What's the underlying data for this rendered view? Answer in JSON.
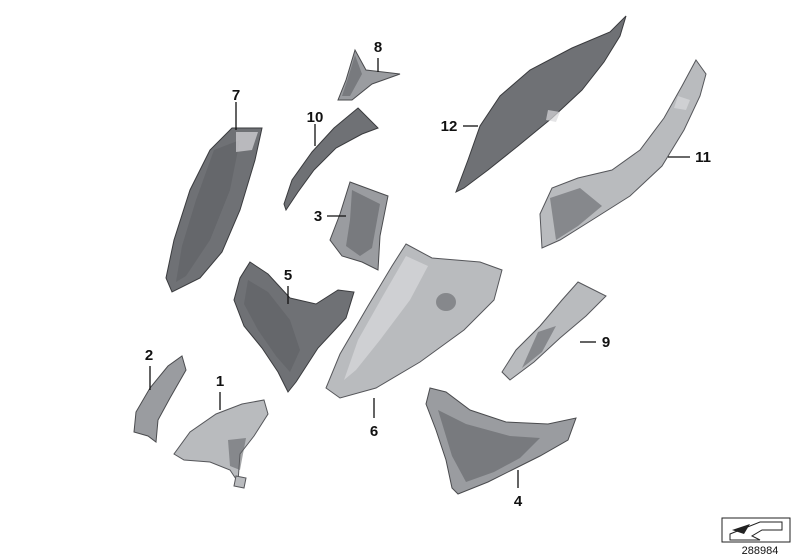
{
  "callouts": {
    "c1": "1",
    "c2": "2",
    "c3": "3",
    "c4": "4",
    "c5": "5",
    "c6": "6",
    "c7": "7",
    "c8": "8",
    "c9": "9",
    "c10": "10",
    "c11": "11",
    "c12": "12"
  },
  "diagram_number": "288984",
  "icon": "exploded-view-arrow-icon"
}
